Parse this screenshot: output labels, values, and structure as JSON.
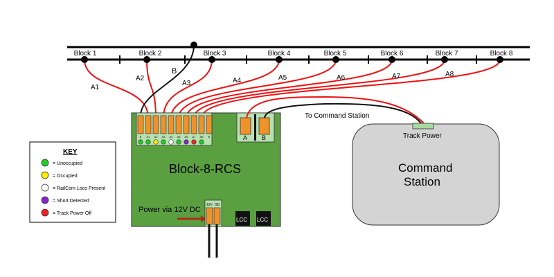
{
  "track": {
    "blocks": [
      "Block 1",
      "Block 2",
      "Block 3",
      "Block 4",
      "Block 5",
      "Block 6",
      "Block 7",
      "Block 8"
    ],
    "feeder_labels": [
      "A1",
      "A2",
      "A3",
      "A4",
      "A5",
      "A6",
      "A7",
      "A8"
    ],
    "common_label": "B"
  },
  "board": {
    "title": "Block-8-RCS",
    "terminal_labels": [
      "B",
      "A1",
      "A2",
      "A3",
      "A4",
      "A5",
      "A6",
      "A7",
      "A8",
      "B"
    ],
    "led_colors": [
      "#22cc22",
      "#22cc22",
      "#ffee00",
      "#22cc22",
      "#ffffff",
      "#22cc22",
      "#8822cc",
      "#ee2222",
      "#22cc22"
    ],
    "output_labels": [
      "A",
      "B"
    ],
    "power_label": "Power via 12V DC",
    "power_terminals": [
      "12V",
      "GD"
    ],
    "lcc_labels": [
      "LCC",
      "LCC"
    ]
  },
  "command_station": {
    "title_line1": "Command",
    "title_line2": "Station",
    "track_power_label": "Track Power",
    "link_label": "To Command Station"
  },
  "key": {
    "title": "KEY",
    "items": [
      {
        "color": "#22cc22",
        "label": "= Unoccupied"
      },
      {
        "color": "#ffee00",
        "label": "= Occupied"
      },
      {
        "color": "#ffffff",
        "label": "= RailCom Loco Present"
      },
      {
        "color": "#8822cc",
        "label": "= Short Detected"
      },
      {
        "color": "#ee2222",
        "label": "= Track Power Off"
      }
    ]
  },
  "colors": {
    "board": "#5aa040",
    "terminal": "#f0922a",
    "station": "#d4d4d4",
    "wire_red": "#ee1111",
    "wire_black": "#111111",
    "connector": "#a8d8a0"
  }
}
